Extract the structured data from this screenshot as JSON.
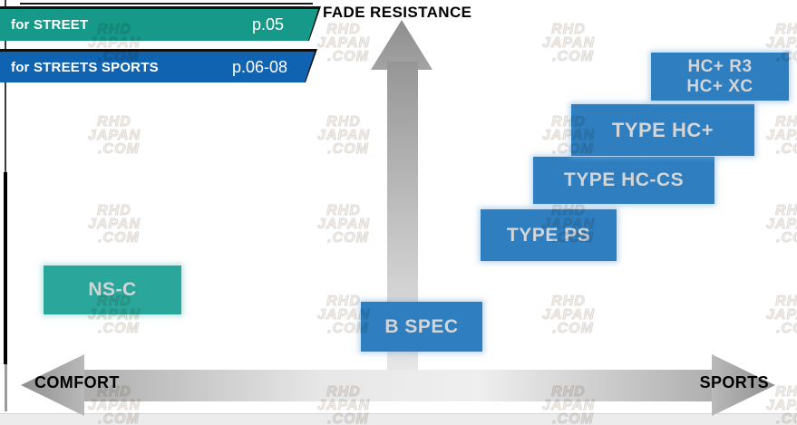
{
  "header": {
    "banners": [
      {
        "label": "for STREET",
        "page": "p.05",
        "color": "#17998a"
      },
      {
        "label": "for STREETS SPORTS",
        "page": "p.06-08",
        "color": "#0f63b0"
      }
    ]
  },
  "axes": {
    "vertical": "FADE RESISTANCE",
    "horizontal_left": "COMFORT",
    "horizontal_right": "SPORTS"
  },
  "products": [
    {
      "lines": [
        "NS-C"
      ],
      "category": "for STREET",
      "color": "#2ba69a"
    },
    {
      "lines": [
        "B SPEC"
      ],
      "category": "for STREETS SPORTS",
      "color": "#2e7ec0"
    },
    {
      "lines": [
        "TYPE PS"
      ],
      "category": "for STREETS SPORTS",
      "color": "#2e7ec0"
    },
    {
      "lines": [
        "TYPE HC-CS"
      ],
      "category": "for STREETS SPORTS",
      "color": "#2e7ec0"
    },
    {
      "lines": [
        "TYPE HC+"
      ],
      "category": "for STREETS SPORTS",
      "color": "#2e7ec0"
    },
    {
      "lines": [
        "HC+ R3",
        "HC+ XC"
      ],
      "category": "for STREETS SPORTS",
      "color": "#2e7ec0"
    }
  ],
  "watermark": {
    "lines": [
      "RHD",
      "JAPAN",
      ".COM"
    ]
  },
  "chart_data": {
    "type": "scatter",
    "title": "FADE RESISTANCE",
    "xlabel": "COMFORT (left) to SPORTS (right)",
    "ylabel": "FADE RESISTANCE",
    "x_axis": {
      "left_label": "COMFORT",
      "right_label": "SPORTS",
      "range": [
        0,
        100
      ]
    },
    "y_axis": {
      "label": "FADE RESISTANCE",
      "range": [
        0,
        100
      ]
    },
    "legend_position": "top-left",
    "series": [
      {
        "name": "for STREET",
        "page": "p.05",
        "color": "#17998a",
        "points": [
          {
            "label": "NS-C",
            "x": 12,
            "y": 28
          }
        ]
      },
      {
        "name": "for STREETS SPORTS",
        "page": "p.06-08",
        "color": "#2e7ec0",
        "points": [
          {
            "label": "B SPEC",
            "x": 53,
            "y": 18
          },
          {
            "label": "TYPE PS",
            "x": 70,
            "y": 42
          },
          {
            "label": "TYPE HC-CS",
            "x": 80,
            "y": 56
          },
          {
            "label": "TYPE HC+",
            "x": 86,
            "y": 70
          },
          {
            "label": "HC+ R3 / HC+ XC",
            "x": 93,
            "y": 85
          }
        ]
      }
    ]
  }
}
